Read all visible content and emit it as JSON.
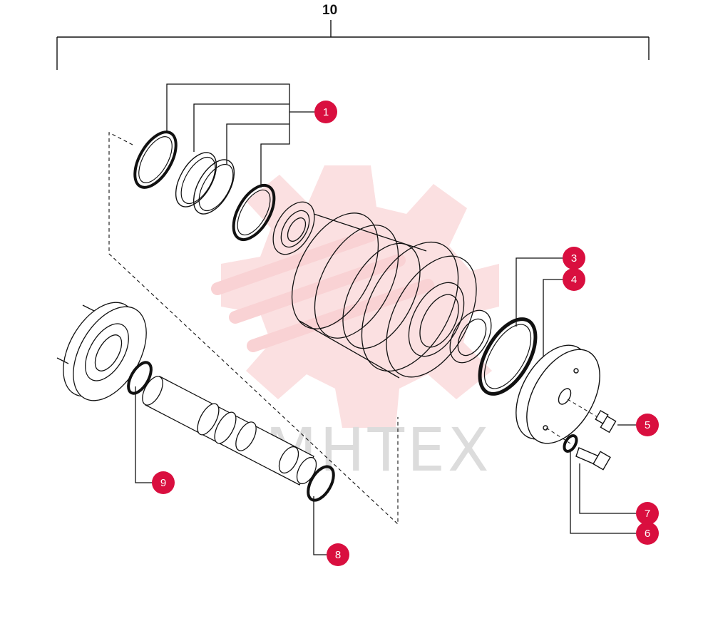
{
  "watermark": {
    "text": "МНТЕХ",
    "gear_color": "#fbe0e1"
  },
  "colors": {
    "callout": "#d90f3f",
    "line": "#111111"
  },
  "assembly_label": "10",
  "callouts": [
    {
      "id": "1",
      "label": "1"
    },
    {
      "id": "3",
      "label": "3"
    },
    {
      "id": "4",
      "label": "4"
    },
    {
      "id": "5",
      "label": "5"
    },
    {
      "id": "6",
      "label": "6"
    },
    {
      "id": "7",
      "label": "7"
    },
    {
      "id": "8",
      "label": "8"
    },
    {
      "id": "9",
      "label": "9"
    }
  ]
}
